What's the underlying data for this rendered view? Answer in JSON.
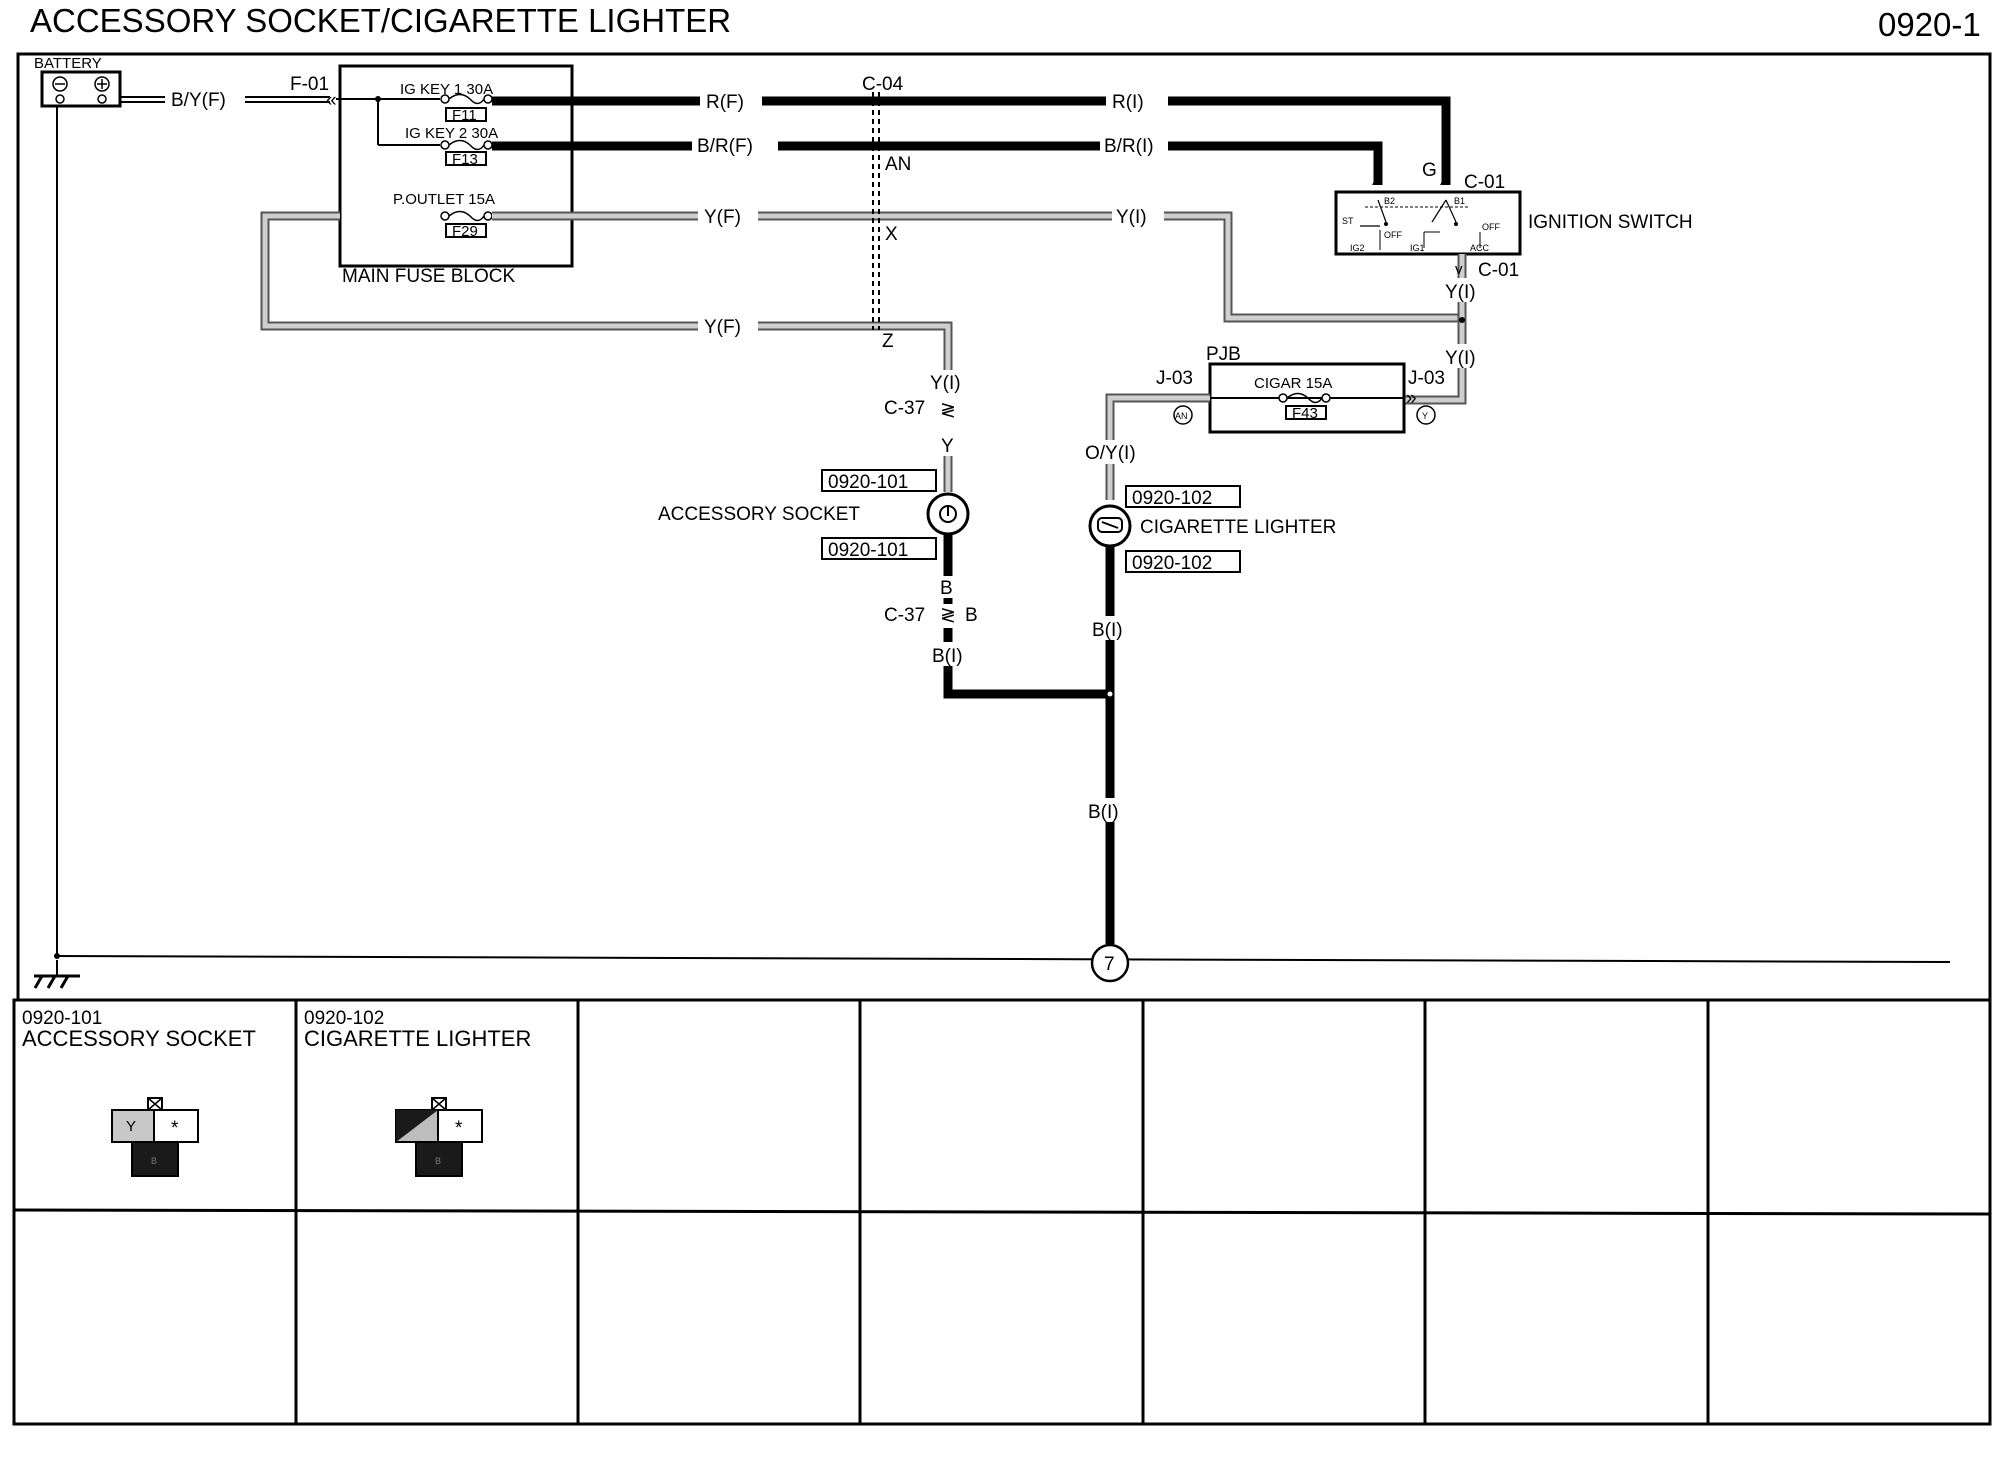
{
  "title": "ACCESSORY SOCKET/CIGARETTE LIGHTER",
  "page_number": "0920-1",
  "battery": {
    "label": "BATTERY",
    "wire": "B/Y(F)",
    "connector": "F-01"
  },
  "main_fuse_block": {
    "label": "MAIN FUSE BLOCK",
    "fuses": [
      {
        "name": "IG KEY 1 30A",
        "id": "F11",
        "wire": "R(F)",
        "wire_out": "R(I)"
      },
      {
        "name": "IG KEY 2 30A",
        "id": "F13",
        "wire": "B/R(F)",
        "wire_out": "B/R(I)"
      },
      {
        "name": "P.OUTLET 15A",
        "id": "F29",
        "wire": "Y(F)",
        "wire_out": "Y(I)"
      }
    ],
    "wire_lower": "Y(F)"
  },
  "junctions": {
    "c04": "C-04",
    "an": "AN",
    "x": "X",
    "z": "Z"
  },
  "ignition_switch": {
    "label": "IGNITION SWITCH",
    "connector_top": "C-01",
    "connector_bottom": "C-01",
    "pin_g": "G",
    "terminals": [
      "B2",
      "B1",
      "ST",
      "IG2",
      "IG1",
      "ACC",
      "OFF",
      "OFF"
    ],
    "wire_out_1": "Y(I)",
    "wire_out_2": "Y(I)"
  },
  "pjb": {
    "label": "PJB",
    "fuse_name": "CIGAR 15A",
    "fuse_id": "F43",
    "conn_left": "J-03",
    "conn_right": "J-03",
    "term_left": "AN",
    "term_right": "Y",
    "wire_out": "O/Y(I)"
  },
  "accessory_socket": {
    "label": "ACCESSORY SOCKET",
    "code_top": "0920-101",
    "code_bottom": "0920-101",
    "wire_in": "Y(I)",
    "connector": "C-37",
    "wire_y": "Y",
    "wire_b": "B",
    "connector_2": "C-37",
    "wire_b2": "B",
    "wire_ground": "B(I)"
  },
  "cigarette_lighter": {
    "label": "CIGARETTE LIGHTER",
    "code_top": "0920-102",
    "code_bottom": "0920-102",
    "wire_ground_1": "B(I)",
    "wire_ground_2": "B(I)"
  },
  "ground_point": "7",
  "connector_table": [
    {
      "code": "0920-101",
      "name": "ACCESSORY SOCKET",
      "pins": [
        "Y",
        "*",
        "B"
      ]
    },
    {
      "code": "0920-102",
      "name": "CIGARETTE LIGHTER",
      "pins": [
        "*",
        "B"
      ]
    }
  ]
}
